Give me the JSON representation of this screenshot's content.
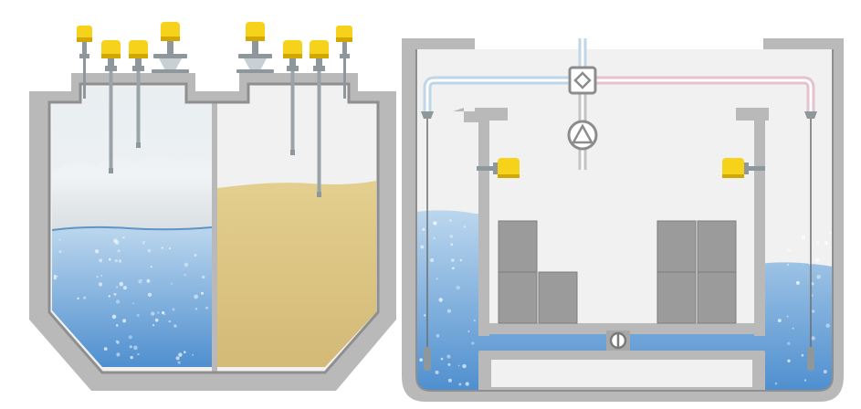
{
  "diagram": {
    "background": "#ffffff",
    "colors": {
      "wall": "#b9b9b9",
      "wall_dark": "#8f8f8f",
      "tank_inner": "#f1f1f1",
      "water_top": "#bcd7ee",
      "water_bottom": "#4f8fcf",
      "bulk_solid": "#e3cf8f",
      "bulk_solid_dark": "#d4b977",
      "mist": "#e8ecef",
      "sensor_yellow": "#f6d21b",
      "sensor_yellow_dark": "#d2a800",
      "probe": "#9aa3a8",
      "container": "#9b9b9b",
      "pipe_blue": "#bfd6e8",
      "pipe_pink": "#e6c1cc",
      "pipe_gray": "#c4c4c4"
    },
    "left_tank": {
      "sections": [
        {
          "content": "liquid-with-vapour",
          "sensors": [
            "vibrating-fork-sensor",
            "rod-probe-sensor",
            "rod-probe-sensor",
            "radar-horn-sensor"
          ]
        },
        {
          "content": "bulk-solid",
          "sensors": [
            "radar-horn-sensor",
            "rod-probe-sensor",
            "rod-probe-sensor",
            "vibrating-fork-sensor"
          ]
        }
      ]
    },
    "right_tank": {
      "content": "flooded-basin",
      "devices": [
        "pump-icon",
        "valve-icon",
        "side-level-switch",
        "side-level-switch",
        "hydrostatic-pressure-probe",
        "hydrostatic-pressure-probe"
      ],
      "container_count": 7
    }
  }
}
